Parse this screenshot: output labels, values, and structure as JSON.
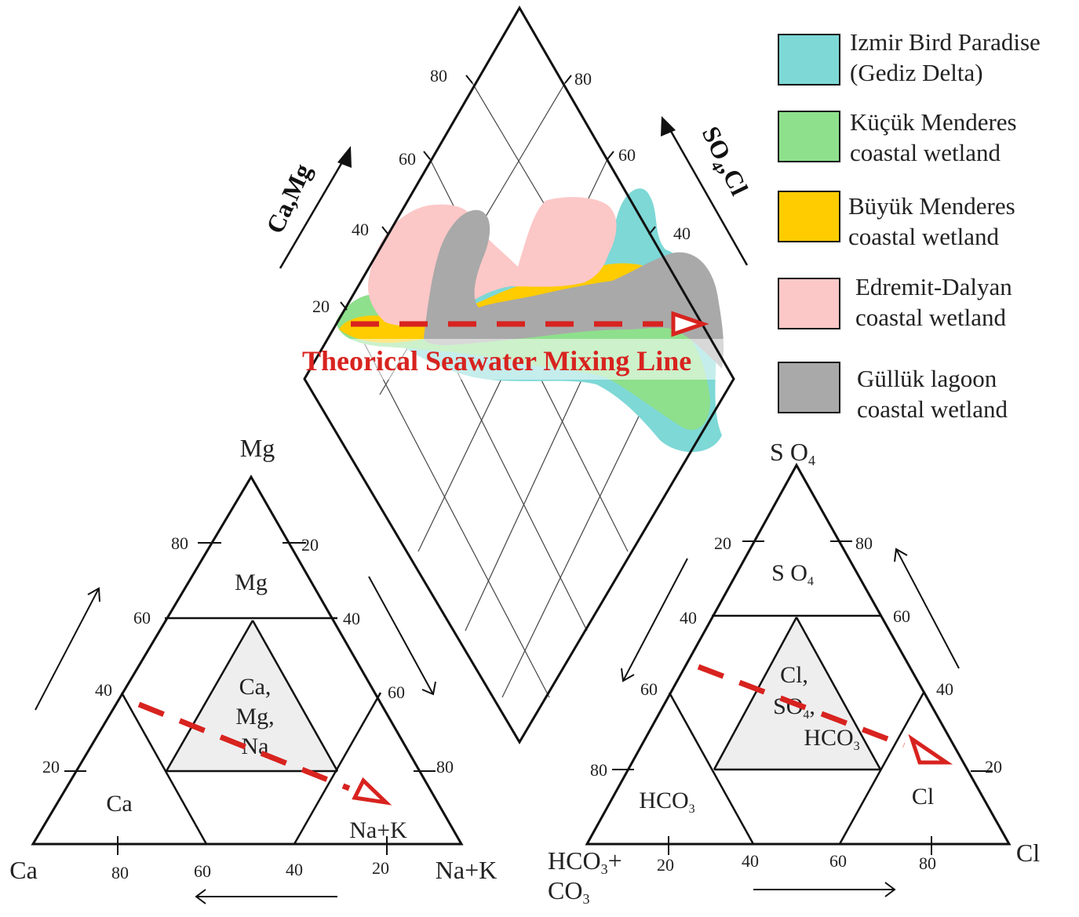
{
  "legend": [
    {
      "line1": "Izmir Bird Paradise",
      "line2": "(Gediz Delta)",
      "color": "#7dd8d6"
    },
    {
      "line1": "Küçük Menderes",
      "line2": "coastal wetland",
      "color": "#8ee08c"
    },
    {
      "line1": "Büyük Menderes",
      "line2": "coastal wetland",
      "color": "#ffcc00"
    },
    {
      "line1": "Edremit-Dalyan",
      "line2": "coastal wetland",
      "color": "#fcc7c7"
    },
    {
      "line1": "Güllük lagoon",
      "line2": "coastal wetland",
      "color": "#a9a9a9"
    }
  ],
  "mixing_line_title": "Theorical Seawater Mixing Line",
  "mixing_line_color": "#d8231f",
  "diamond": {
    "left_axis_title": "Ca,Mg",
    "right_axis_title_main": "SO",
    "right_axis_title_sub": "4",
    "right_axis_title_end": ",Cl",
    "left_ticks": [
      "80",
      "60",
      "40",
      "20"
    ],
    "right_ticks": [
      "80",
      "60",
      "40"
    ]
  },
  "cation_triangle": {
    "apex_label": "Mg",
    "left_corner_label": "Ca",
    "right_corner_label": "Na+K",
    "field_mg": "Mg",
    "field_ca": "Ca",
    "field_nak": "Na+K",
    "field_mixed_1": "Ca,",
    "field_mixed_2": "Mg,",
    "field_mixed_3": "Na",
    "left_ticks": [
      "80",
      "60",
      "40",
      "20"
    ],
    "right_ticks": [
      "20",
      "40",
      "60",
      "80"
    ],
    "bottom_ticks": [
      "80",
      "60",
      "40",
      "20"
    ]
  },
  "anion_triangle": {
    "apex_label_main": "S O",
    "apex_label_sub": "4",
    "left_corner_main": "HCO",
    "left_corner_sub": "3",
    "left_corner_end": "+",
    "left_corner_line2_main": "CO",
    "left_corner_line2_sub": "3",
    "right_corner_label": "Cl",
    "field_so4_main": "S O",
    "field_so4_sub": "4",
    "field_hco3_main": "HCO",
    "field_hco3_sub": "3",
    "field_cl": "Cl",
    "field_mixed_1": "Cl,",
    "field_mixed_2_main": "SO",
    "field_mixed_2_sub": "4",
    "field_mixed_2_end": ",",
    "field_mixed_3_main": "HCO",
    "field_mixed_3_sub": "3",
    "left_ticks": [
      "20",
      "40",
      "60",
      "80"
    ],
    "right_ticks": [
      "80",
      "60",
      "40",
      "20"
    ],
    "bottom_ticks": [
      "20",
      "40",
      "60",
      "80"
    ]
  }
}
